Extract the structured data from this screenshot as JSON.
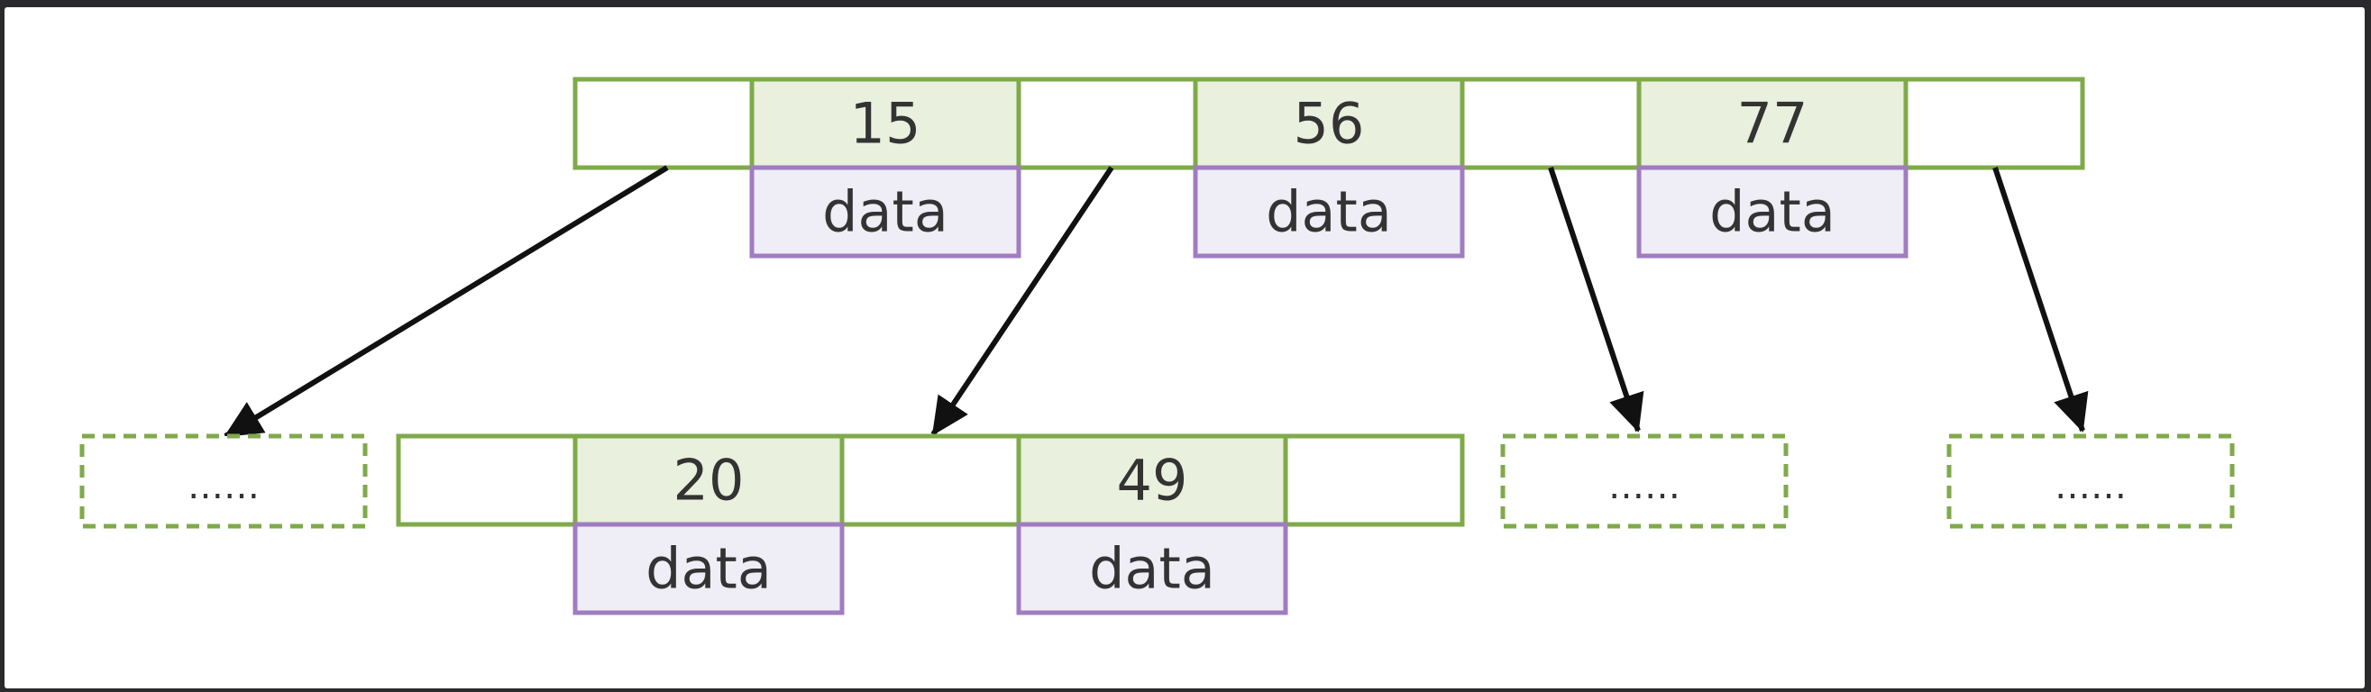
{
  "root": {
    "keys": [
      "15",
      "56",
      "77"
    ],
    "data_label": "data"
  },
  "child": {
    "keys": [
      "20",
      "49"
    ],
    "data_label": "data"
  },
  "placeholders": [
    "……",
    "……",
    "……"
  ],
  "colors": {
    "key_border": "#7faa4a",
    "key_fill": "#e9f0dd",
    "pointer_fill": "#ffffff",
    "data_border": "#a07cc0",
    "data_fill": "#efedf5",
    "arrow": "#111111",
    "placeholder_border": "#7faa4a"
  }
}
